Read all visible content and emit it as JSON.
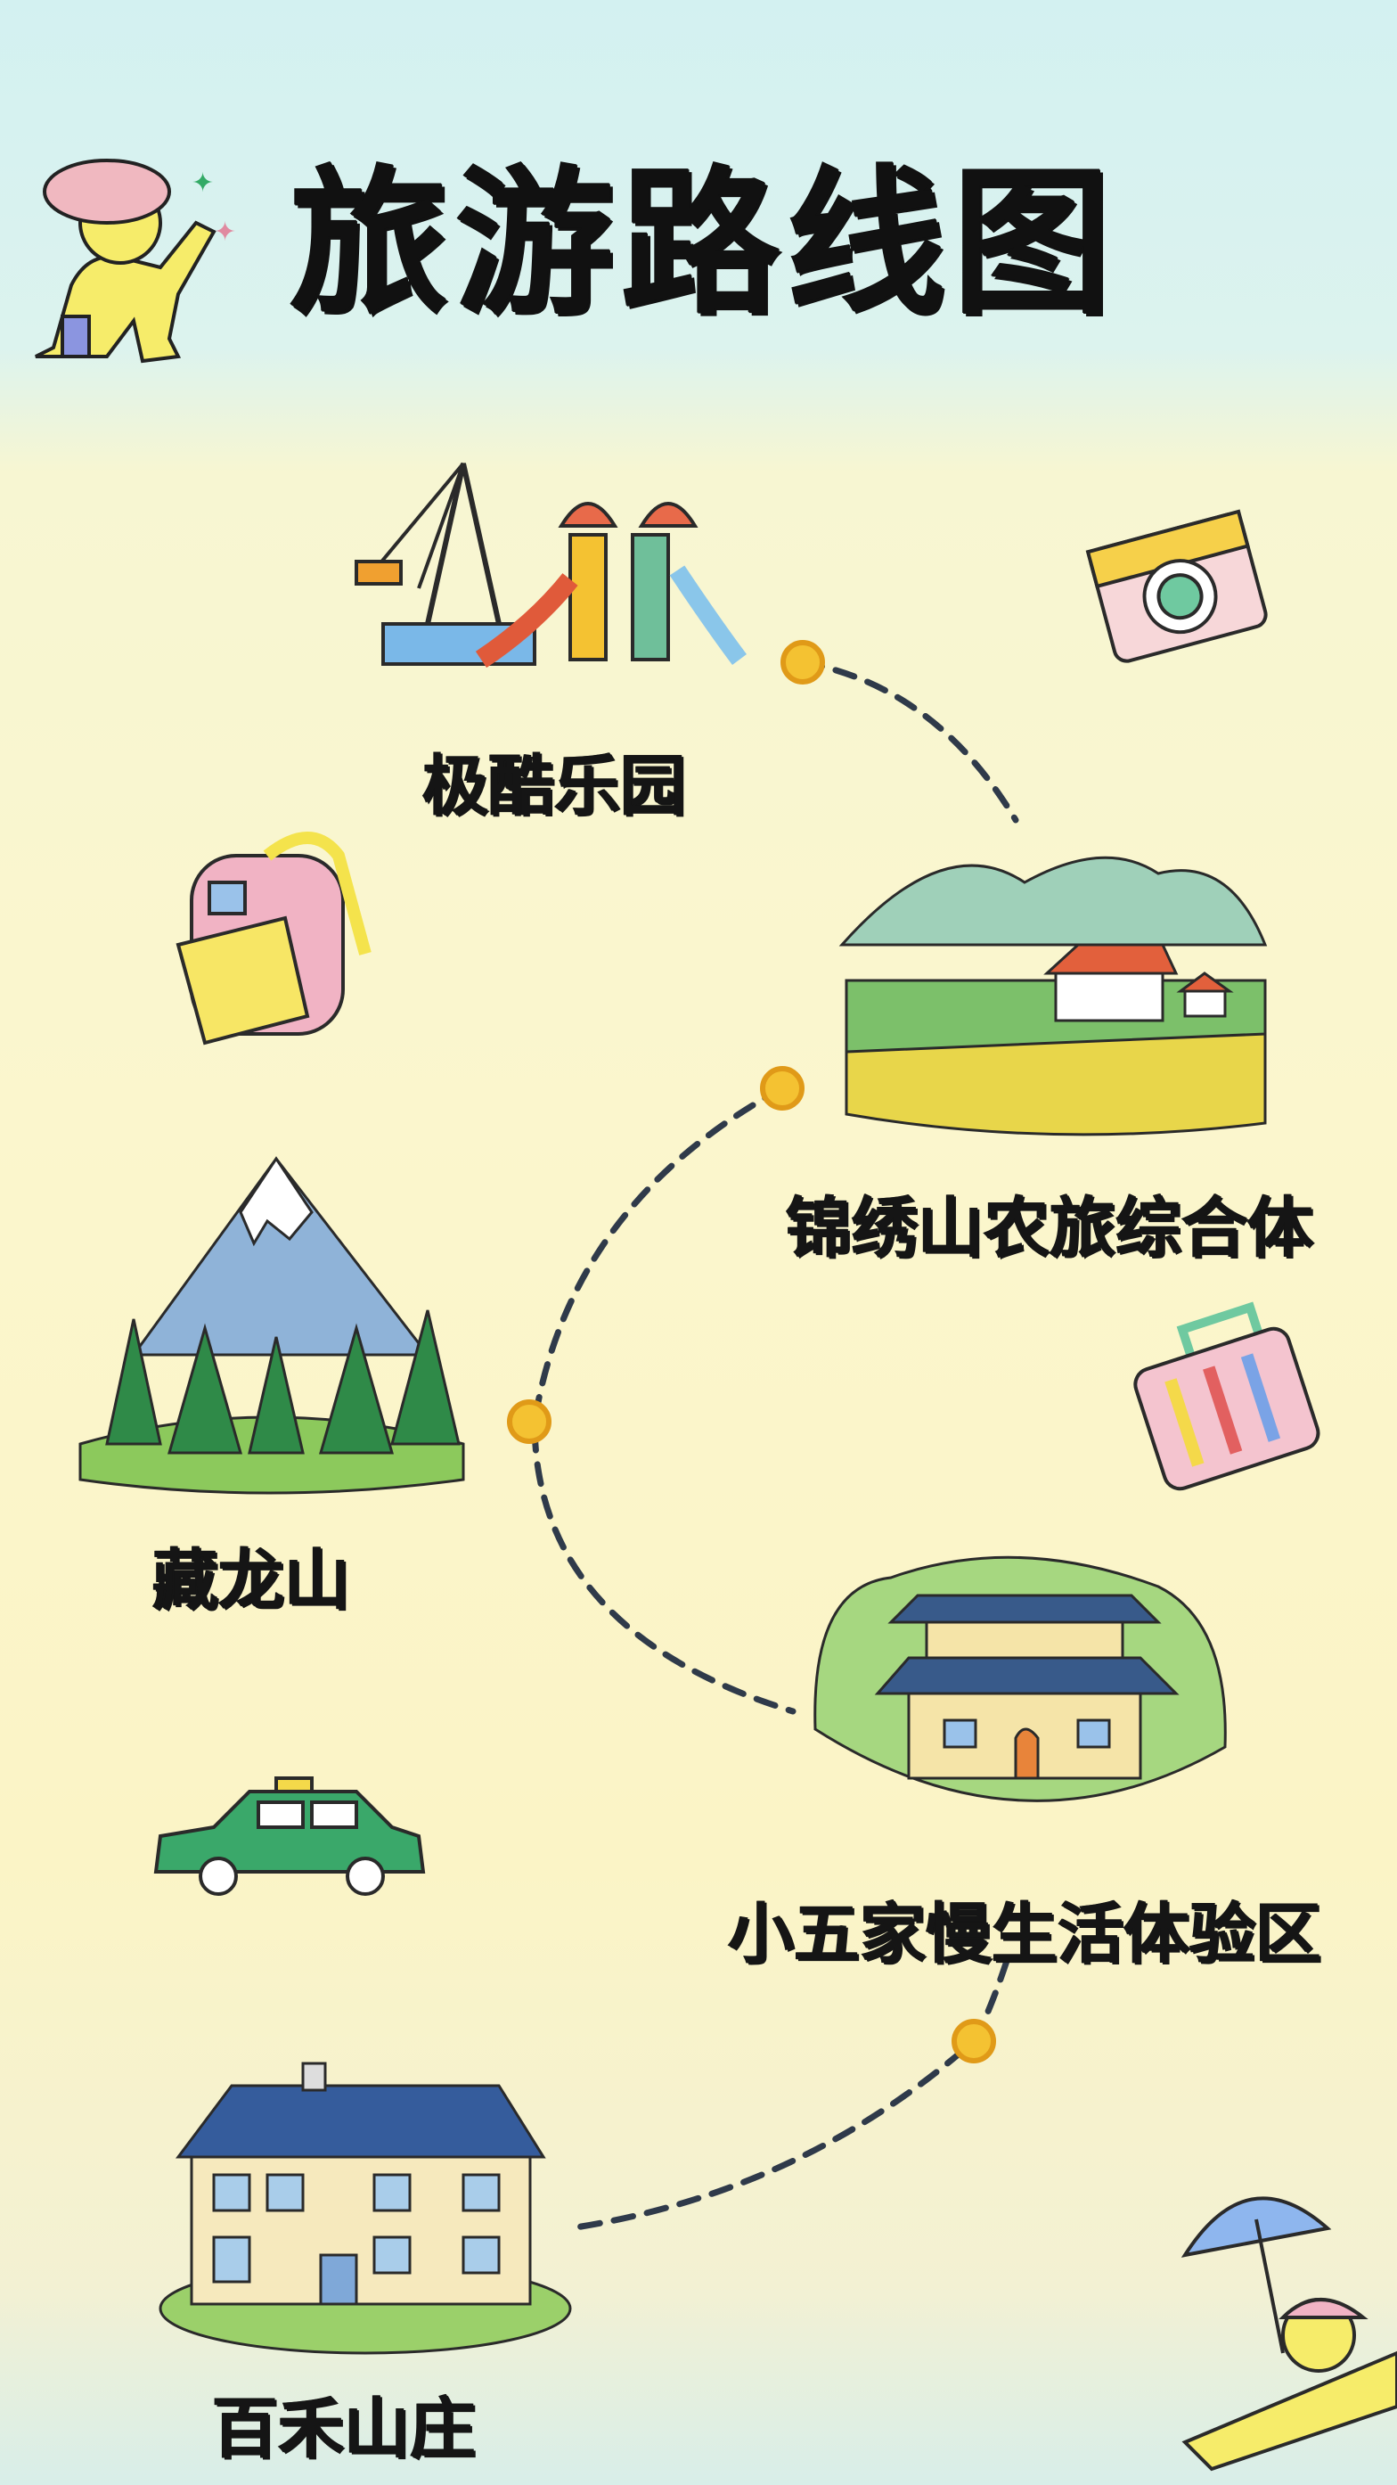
{
  "title": "旅游路线图",
  "stops": [
    {
      "name": "极酷乐园",
      "icon": "amusement-park-icon"
    },
    {
      "name": "锦绣山农旅综合体",
      "icon": "farm-icon"
    },
    {
      "name": "藏龙山",
      "icon": "snow-mountain-icon"
    },
    {
      "name": "小五家慢生活体验区",
      "icon": "temple-icon"
    },
    {
      "name": "百禾山庄",
      "icon": "villa-icon"
    }
  ],
  "decorations": [
    "traveler-icon",
    "camera-icon",
    "backpack-icon",
    "suitcase-icon",
    "taxi-icon",
    "beach-umbrella-icon"
  ],
  "colors": {
    "route_dot": "#f2c230",
    "route_line": "#2f3a4a",
    "title": "#111111"
  }
}
